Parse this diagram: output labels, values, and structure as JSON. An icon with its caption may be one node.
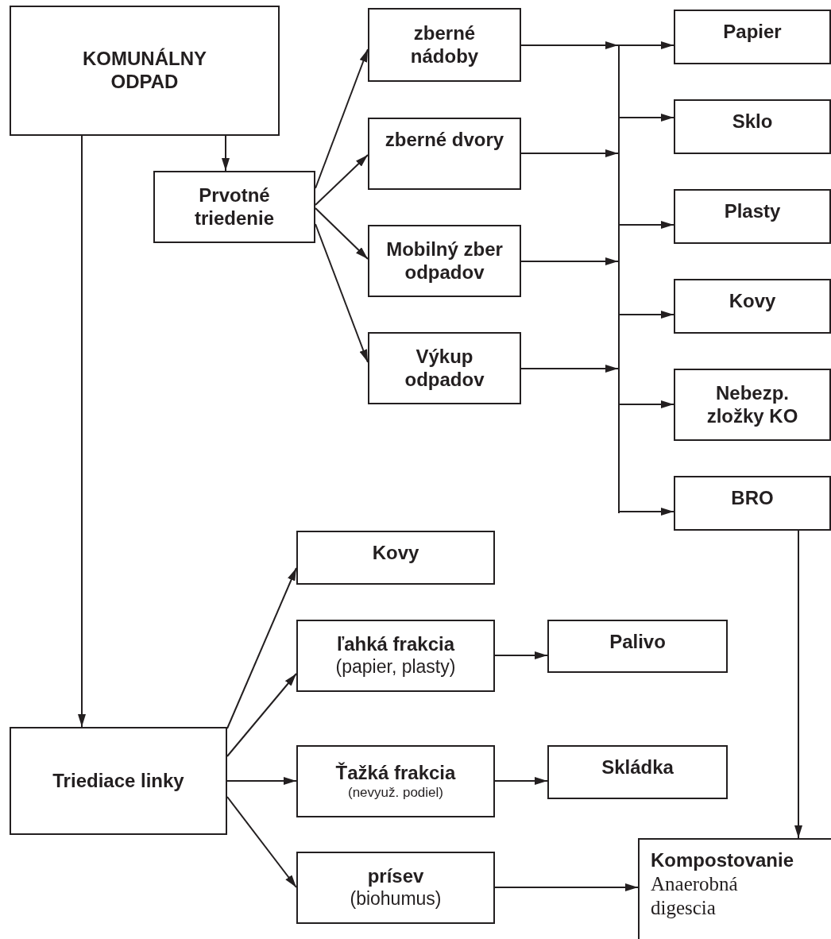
{
  "diagram": {
    "nodes": [
      {
        "text": [
          "KOMUNÁLNY ODPAD"
        ]
      },
      {
        "text": [
          "Prvotné triedenie"
        ]
      },
      {
        "text": [
          "zberné nádoby"
        ]
      },
      {
        "text": [
          "zberné dvory"
        ]
      },
      {
        "text": [
          "Mobilný zber odpadov"
        ]
      },
      {
        "text": [
          "Výkup odpadov"
        ]
      },
      {
        "text": [],
        "shape": "bar"
      },
      {
        "text": [
          "Papier"
        ]
      },
      {
        "text": [
          "Sklo"
        ]
      },
      {
        "text": [
          "Plasty"
        ]
      },
      {
        "text": [
          "Kovy"
        ]
      },
      {
        "text": [
          "Nebezp. zložky KO"
        ]
      },
      {
        "text": [
          "BRO"
        ]
      },
      {
        "text": [
          "Triediace linky"
        ]
      },
      {
        "text": [
          "Kovy"
        ]
      },
      {
        "text": [
          "ľahká frakcia",
          "(papier, plasty)"
        ]
      },
      {
        "text": [
          "Palivo"
        ]
      },
      {
        "text": [
          "Ťažká frakcia",
          "(nevyuž. podiel)"
        ]
      },
      {
        "text": [
          "Skládka"
        ]
      },
      {
        "text": [
          "prísev",
          "(biohumus)"
        ]
      },
      {
        "text": [
          "Kompostovanie",
          "Anaerobná digescia"
        ]
      }
    ],
    "edges": [
      {
        "from": 0,
        "to": 1,
        "arrow": "to"
      },
      {
        "from": 0,
        "to": 13,
        "arrow": "to"
      },
      {
        "from": 1,
        "to": 2,
        "arrow": "to"
      },
      {
        "from": 1,
        "to": 3,
        "arrow": "to"
      },
      {
        "from": 1,
        "to": 4,
        "arrow": "to"
      },
      {
        "from": 1,
        "to": 5,
        "arrow": "to"
      },
      {
        "from": 2,
        "to": 6,
        "arrow": "to"
      },
      {
        "from": 3,
        "to": 6,
        "arrow": "to"
      },
      {
        "from": 4,
        "to": 6,
        "arrow": "to"
      },
      {
        "from": 5,
        "to": 6,
        "arrow": "to"
      },
      {
        "from": 6,
        "to": 7,
        "arrow": "to"
      },
      {
        "from": 6,
        "to": 8,
        "arrow": "to"
      },
      {
        "from": 6,
        "to": 9,
        "arrow": "to"
      },
      {
        "from": 6,
        "to": 10,
        "arrow": "to"
      },
      {
        "from": 6,
        "to": 11,
        "arrow": "to"
      },
      {
        "from": 6,
        "to": 12,
        "arrow": "to"
      },
      {
        "from": 12,
        "to": 20,
        "arrow": "to"
      },
      {
        "from": 13,
        "to": 14,
        "arrow": "to"
      },
      {
        "from": 13,
        "to": 15,
        "arrow": "to"
      },
      {
        "from": 13,
        "to": 17,
        "arrow": "to"
      },
      {
        "from": 13,
        "to": 19,
        "arrow": "to"
      },
      {
        "from": 15,
        "to": 16,
        "arrow": "to"
      },
      {
        "from": 17,
        "to": 18,
        "arrow": "to"
      },
      {
        "from": 19,
        "to": 20,
        "arrow": "to"
      }
    ]
  }
}
